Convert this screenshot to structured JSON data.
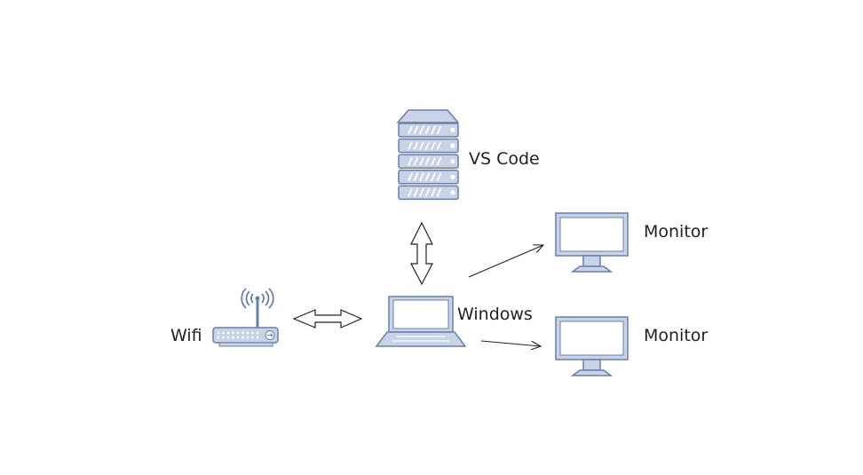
{
  "nodes": {
    "server": {
      "label": "VS Code",
      "icon": "server-rack-icon"
    },
    "laptop": {
      "label": "Windows",
      "icon": "laptop-icon"
    },
    "router": {
      "label": "Wifi",
      "icon": "wifi-router-icon"
    },
    "monitor_top": {
      "label": "Monitor",
      "icon": "monitor-icon"
    },
    "monitor_bottom": {
      "label": "Monitor",
      "icon": "monitor-icon"
    }
  },
  "edges": [
    {
      "from": "server",
      "to": "laptop",
      "style": "bidirectional-block-arrow"
    },
    {
      "from": "router",
      "to": "laptop",
      "style": "bidirectional-block-arrow"
    },
    {
      "from": "laptop",
      "to": "monitor_top",
      "style": "single-arrow"
    },
    {
      "from": "laptop",
      "to": "monitor_bottom",
      "style": "single-arrow"
    }
  ],
  "colors": {
    "icon_stroke": "#6a7ea8",
    "icon_fill": "#c9d3e8",
    "icon_fill_light": "#e6ebf5",
    "line": "#222222",
    "text": "#222222"
  }
}
